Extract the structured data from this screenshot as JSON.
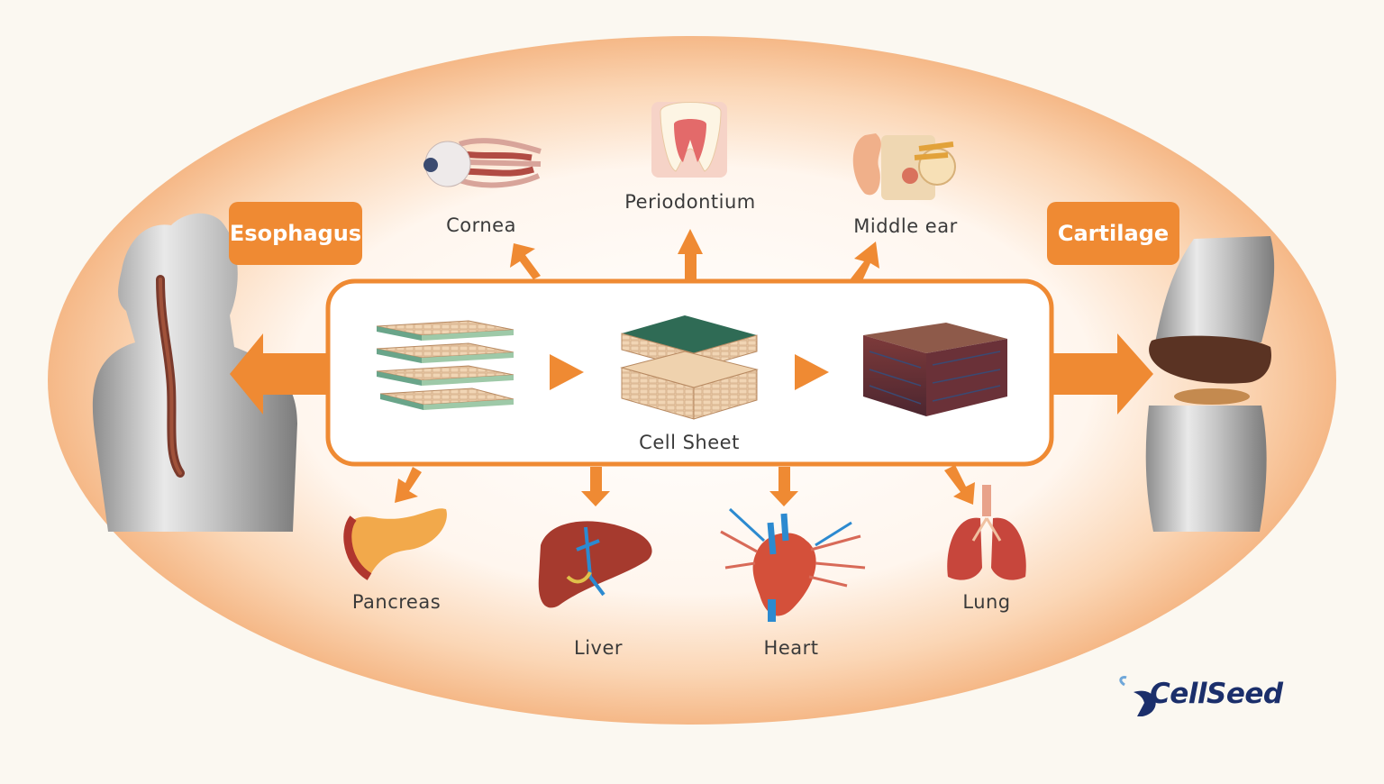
{
  "center_box": {
    "label": "Cell Sheet"
  },
  "targets": {
    "esophagus": "Esophagus",
    "cartilage": "Cartilage",
    "cornea": "Cornea",
    "periodontium": "Periodontium",
    "middle_ear": "Middle ear",
    "pancreas": "Pancreas",
    "liver": "Liver",
    "heart": "Heart",
    "lung": "Lung"
  },
  "logo": {
    "text": "CellSeed"
  },
  "colors": {
    "accent": "#ef8a33",
    "background": "#fbf8f1",
    "logo_blue": "#1b2f6b"
  }
}
